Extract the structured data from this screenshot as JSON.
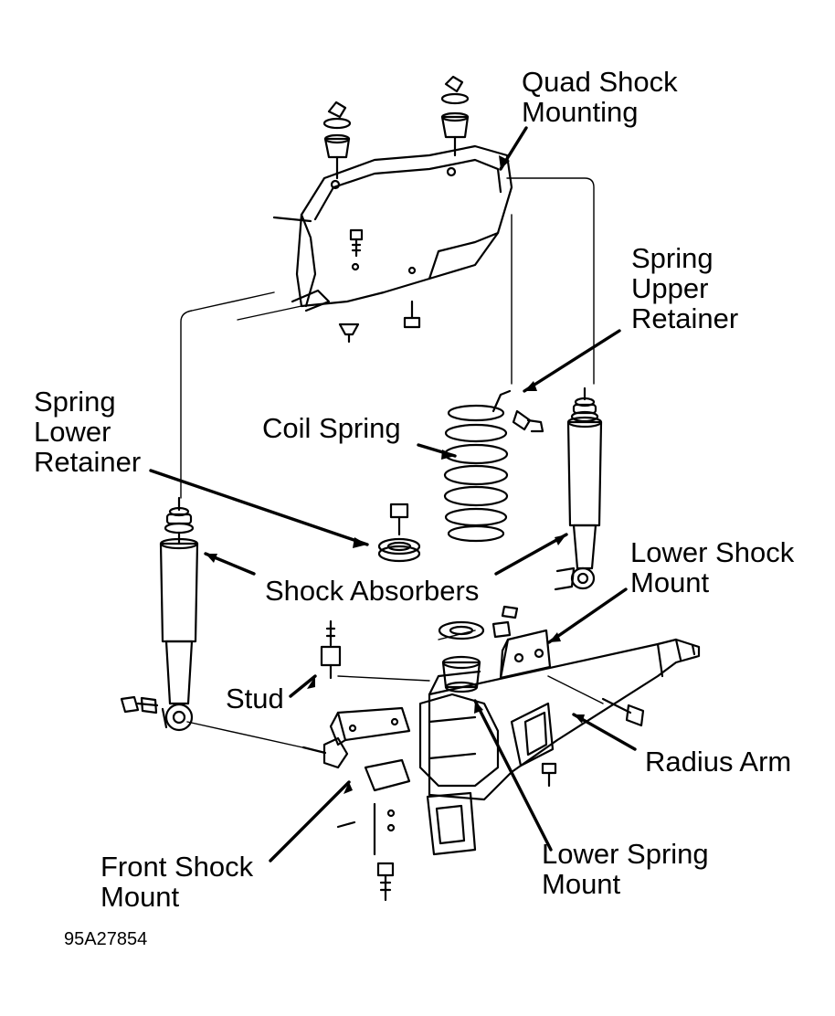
{
  "labels": {
    "quad_shock_mounting": [
      "Quad Shock",
      "Mounting"
    ],
    "spring_upper_retainer": [
      "Spring",
      "Upper",
      "Retainer"
    ],
    "spring_lower_retainer": [
      "Spring",
      "Lower",
      "Retainer"
    ],
    "coil_spring": [
      "Coil Spring"
    ],
    "shock_absorbers": [
      "Shock Absorbers"
    ],
    "lower_shock_mount": [
      "Lower Shock",
      "Mount"
    ],
    "stud": [
      "Stud"
    ],
    "radius_arm": [
      "Radius Arm"
    ],
    "front_shock_mount": [
      "Front Shock",
      "Mount"
    ],
    "lower_spring_mount": [
      "Lower Spring",
      "Mount"
    ]
  },
  "figure_number": "95A27854",
  "colors": {
    "ink": "#000000",
    "paper": "#ffffff"
  }
}
